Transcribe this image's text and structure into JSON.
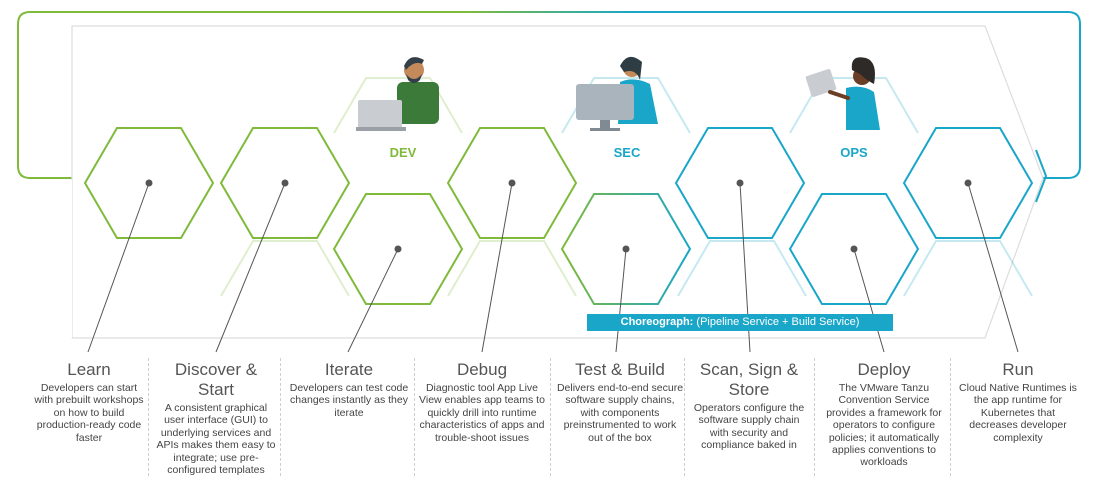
{
  "colors": {
    "green": "#7fba3a",
    "blue": "#1aa6c8",
    "dark": "#555555"
  },
  "roles": [
    {
      "label": "DEV",
      "color": "#7fba3a"
    },
    {
      "label": "SEC",
      "color": "#1aa6c8"
    },
    {
      "label": "OPS",
      "color": "#1aa6c8"
    }
  ],
  "pipeline": {
    "prefix": "Choreograph:",
    "text": "(Pipeline Service + Build Service)"
  },
  "stages": [
    {
      "title": "Learn",
      "desc": "Developers can start with prebuilt workshops on how to build production-ready code faster"
    },
    {
      "title": "Discover & Start",
      "desc": "A consistent graphical user interface (GUI) to underlying services and APIs makes them easy to integrate; use pre-configured templates"
    },
    {
      "title": "Iterate",
      "desc": "Developers can test code changes instantly as they iterate"
    },
    {
      "title": "Debug",
      "desc": "Diagnostic tool App Live View enables app teams to quickly drill into runtime characteristics of apps and trouble-shoot issues"
    },
    {
      "title": "Test & Build",
      "desc": "Delivers end-to-end secure software supply chains, with components preinstrumented to work out of the box"
    },
    {
      "title": "Scan, Sign & Store",
      "desc": "Operators configure the software supply chain with security and compliance baked in"
    },
    {
      "title": "Deploy",
      "desc": "The VMware Tanzu Convention Service provides a framework for operators to configure policies; it automatically applies conventions to workloads"
    },
    {
      "title": "Run",
      "desc": "Cloud Native Runtimes is the app runtime for Kubernetes that decreases developer complexity"
    }
  ]
}
